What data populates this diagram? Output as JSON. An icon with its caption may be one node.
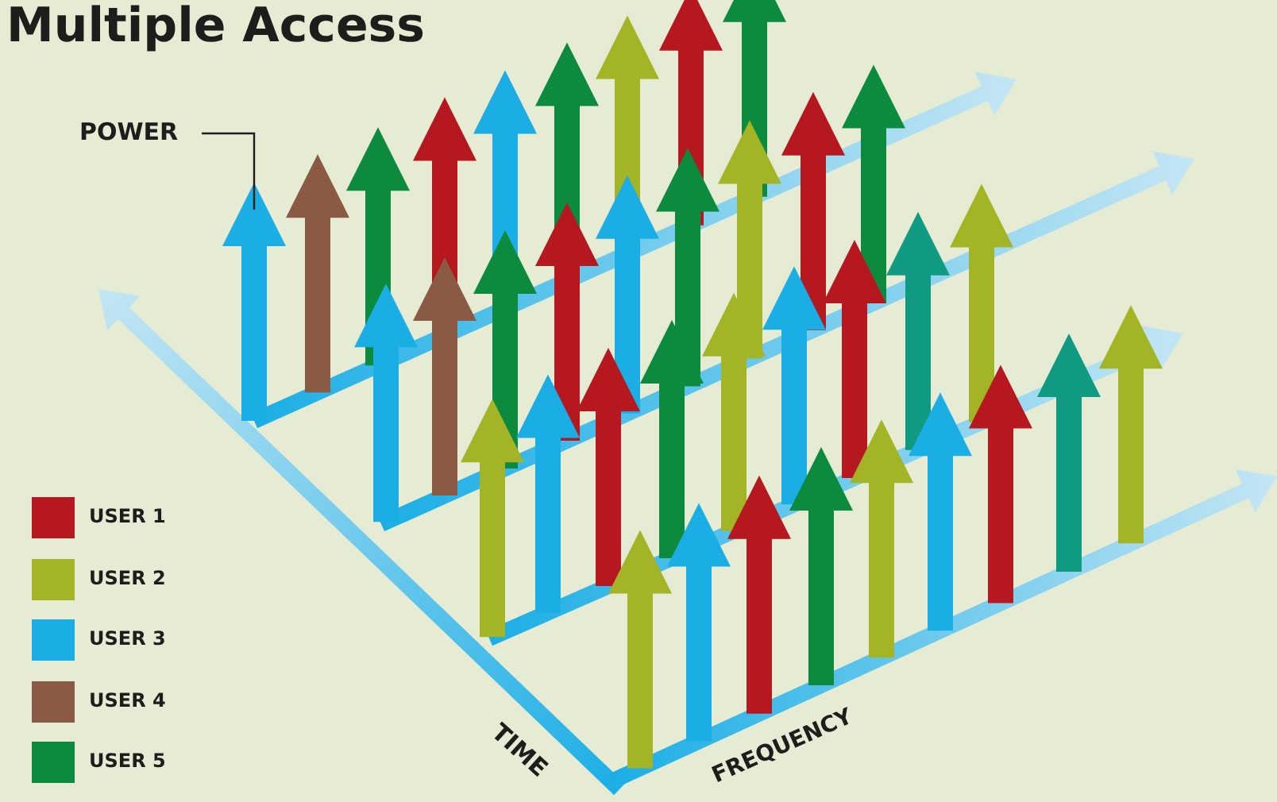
{
  "diagram": {
    "title": "Multiple Access",
    "labels": [
      "POWER",
      "TIME",
      "FREQUENCY"
    ],
    "legend": [
      {
        "text": "USER 1",
        "color": "#b5191f"
      },
      {
        "text": "USER 2",
        "color": "#a3b526"
      },
      {
        "text": "USER 3",
        "color": "#1aaee5"
      },
      {
        "text": "USER 4",
        "color": "#8a5a45"
      },
      {
        "text": "USER 5",
        "color": "#0c8a3e"
      }
    ]
  }
}
